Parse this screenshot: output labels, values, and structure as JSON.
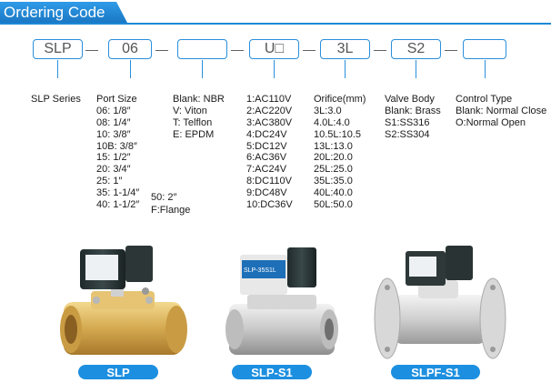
{
  "header": {
    "title": "Ordering Code"
  },
  "code_boxes": [
    "SLP",
    "06",
    "",
    "U□",
    "3L",
    "S2",
    ""
  ],
  "columns": {
    "series": [
      "SLP Series"
    ],
    "port_size": [
      "Port Size",
      "06: 1/8″",
      "08: 1/4″",
      "10: 3/8″",
      "10B: 3/8″",
      "15: 1/2″",
      "20: 3/4″",
      "25: 1″",
      "35: 1-1/4″",
      "40: 1-1/2″"
    ],
    "port_size_extra": {
      "flange_50": "50: 2″",
      "flange": "F:Flange"
    },
    "seal": [
      "Blank: NBR",
      "V: Viton",
      "T: Telflon",
      "E: EPDM"
    ],
    "voltage": [
      "1:AC110V",
      "2:AC220V",
      "3:AC380V",
      "4:DC24V",
      "5:DC12V",
      "6:AC36V",
      "7:AC24V",
      "8:DC110V",
      "9:DC48V",
      "10:DC36V"
    ],
    "orifice": [
      "Orifice(mm)",
      "3L:3.0",
      "4.0L:4.0",
      "10.5L:10.5",
      "13L:13.0",
      "20L:20.0",
      "25L:25.0",
      "35L:35.0",
      "40L:40.0",
      "50L:50.0"
    ],
    "body": [
      "Valve Body",
      "Blank: Brass",
      "S1:SS316",
      "S2:SS304"
    ],
    "control": [
      "Control Type",
      "Blank: Normal Close",
      "O:Normal Open"
    ]
  },
  "products": [
    {
      "label": "SLP",
      "material": "brass"
    },
    {
      "label": "SLP-S1",
      "material": "stainless"
    },
    {
      "label": "SLPF-S1",
      "material": "flange"
    }
  ],
  "valve_plate_text": "SLP-35S1L",
  "colors": {
    "accent": "#1c8fe0",
    "brass": "#d9b25a",
    "steel": "#c9c9c9",
    "coil": "#2f3b3c"
  }
}
